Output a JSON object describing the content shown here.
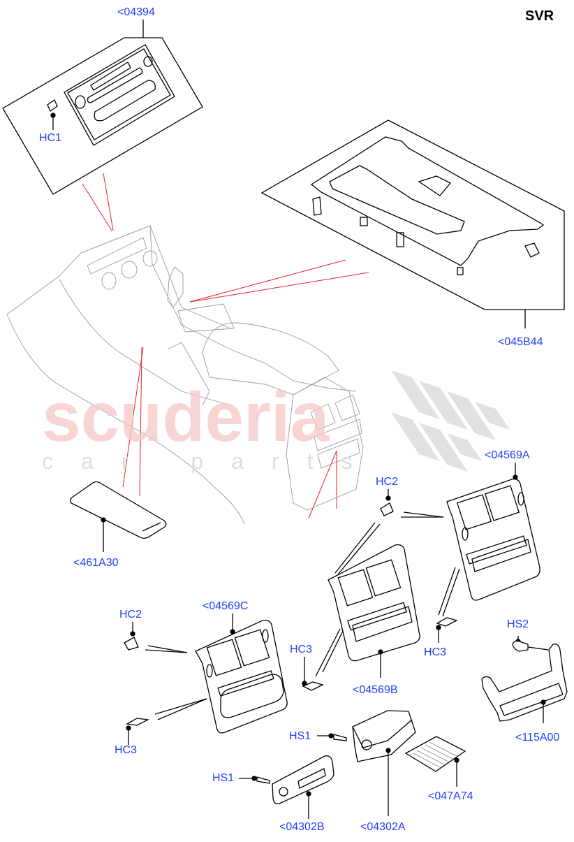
{
  "header": {
    "variant_badge": "SVR"
  },
  "watermark": {
    "brand": "scuderia",
    "tagline": "car parts"
  },
  "colors": {
    "callout_text": "#1f3fff",
    "leader_line": "#000000",
    "reference_line": "#e8202a",
    "drawing_context": "#a0a0a0",
    "watermark_red": "#f6c8c8",
    "watermark_check": "#d9d9d9"
  },
  "callouts": {
    "p04394": "<04394",
    "hc1": "HC1",
    "p045B44": "<045B44",
    "p461A30": "<461A30",
    "p04569A": "<04569A",
    "hc2_right": "HC2",
    "p04569C": "<04569C",
    "hc2_left": "HC2",
    "hc3_left": "HC3",
    "hc3_mid": "HC3",
    "p04569B": "<04569B",
    "hc3_right": "HC3",
    "hs2": "HS2",
    "p115A00": "<115A00",
    "hs1_mid": "HS1",
    "p04302A": "<04302A",
    "p047A74": "<047A74",
    "hs1_low": "HS1",
    "p04302B": "<04302B"
  }
}
